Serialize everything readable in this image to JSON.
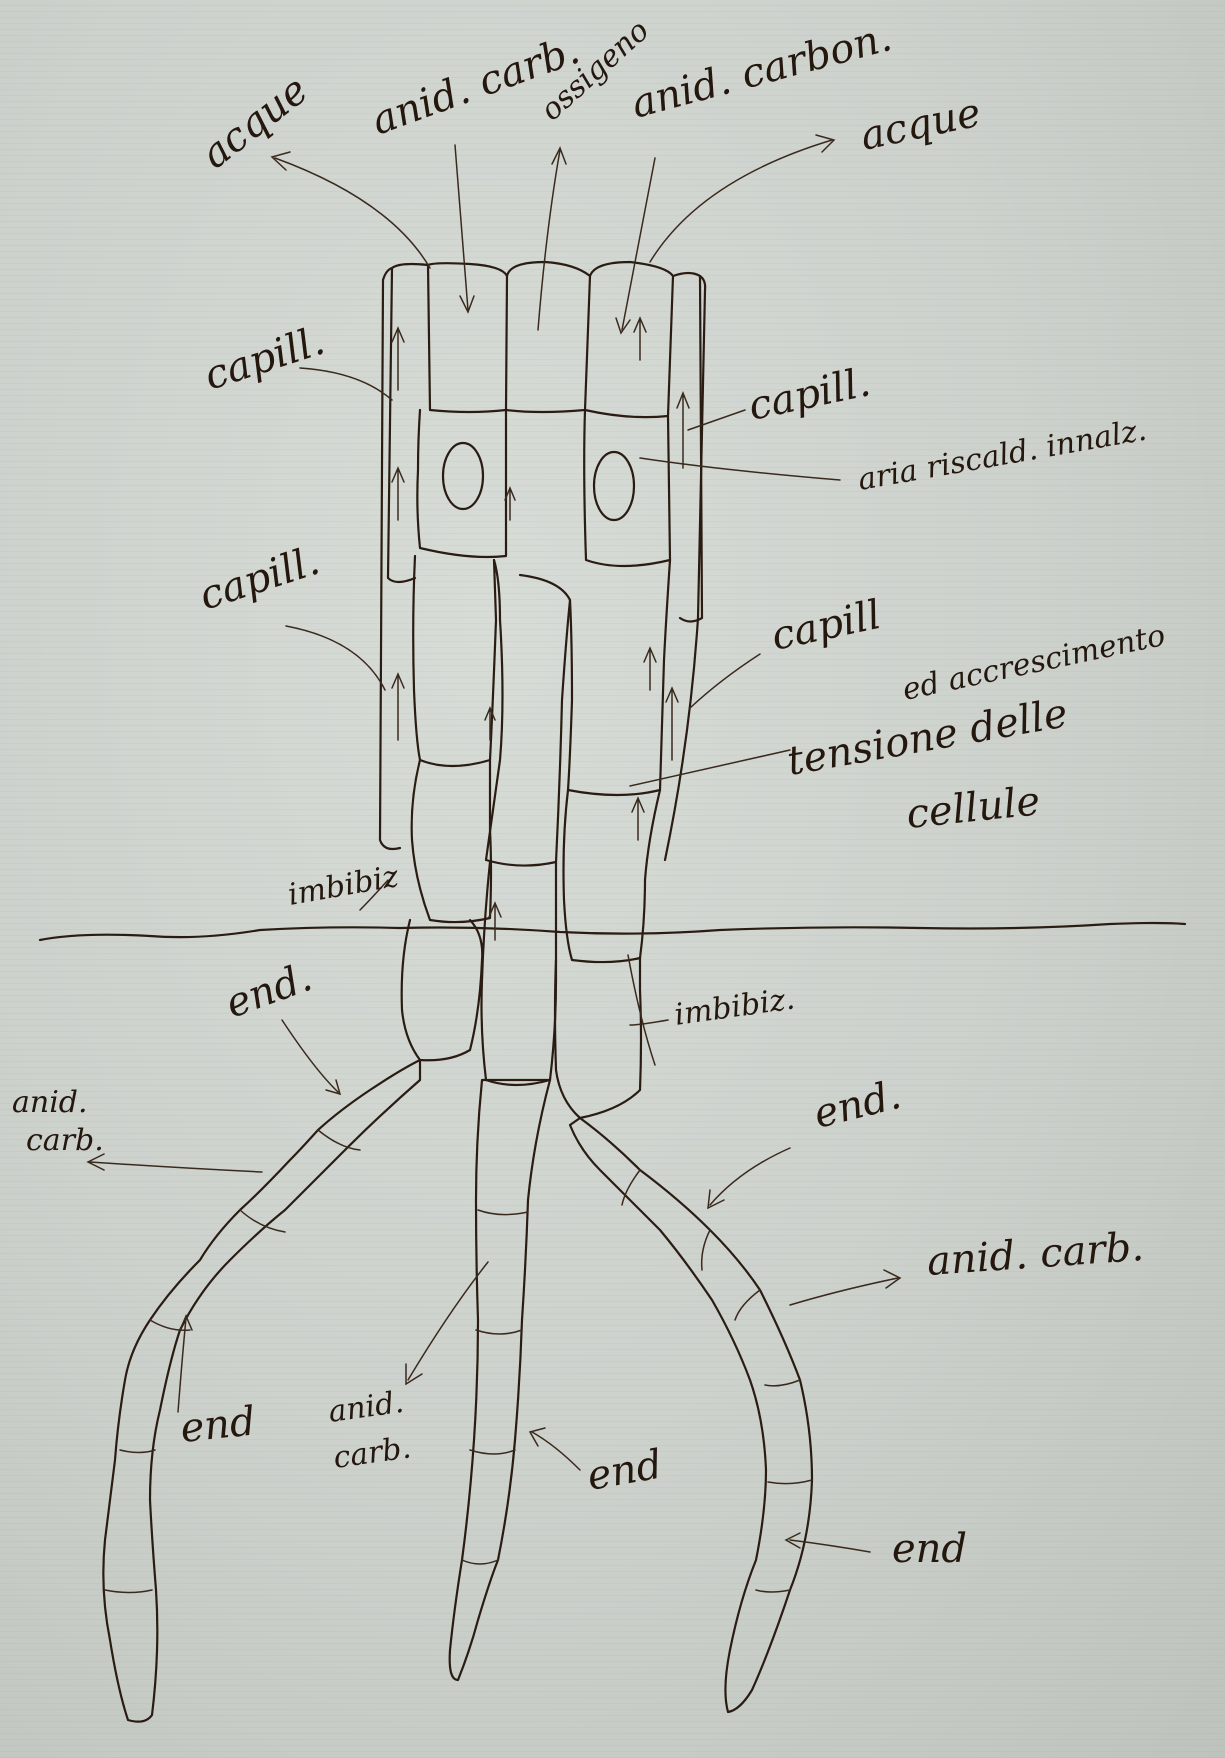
{
  "labels": {
    "acque_left": "acque",
    "anid_carb_top": "anid. carb.",
    "ossigeno": "ossigeno",
    "anid_carbon": "anid. carbon.",
    "acque_right": "acque",
    "capill_1": "capill.",
    "capill_2": "capill.",
    "capill_3": "capill.",
    "capill_4": "capill",
    "aria_riscald": "aria riscald. innalz.",
    "accrescimento": "ed accrescimento",
    "tensione": "tensione delle",
    "cellule": "cellule",
    "imbibiz_1": "imbibiz",
    "imbibiz_2": "imbibiz.",
    "end_1": "end.",
    "anid_carb_left_1": "anid.",
    "anid_carb_left_2": "carb.",
    "end_2": "end.",
    "anid_carb_right": "anid. carb.",
    "end_3": "end",
    "anid_carb_center_1": "anid.",
    "anid_carb_center_2": "carb.",
    "end_4": "end",
    "end_5": "end"
  }
}
